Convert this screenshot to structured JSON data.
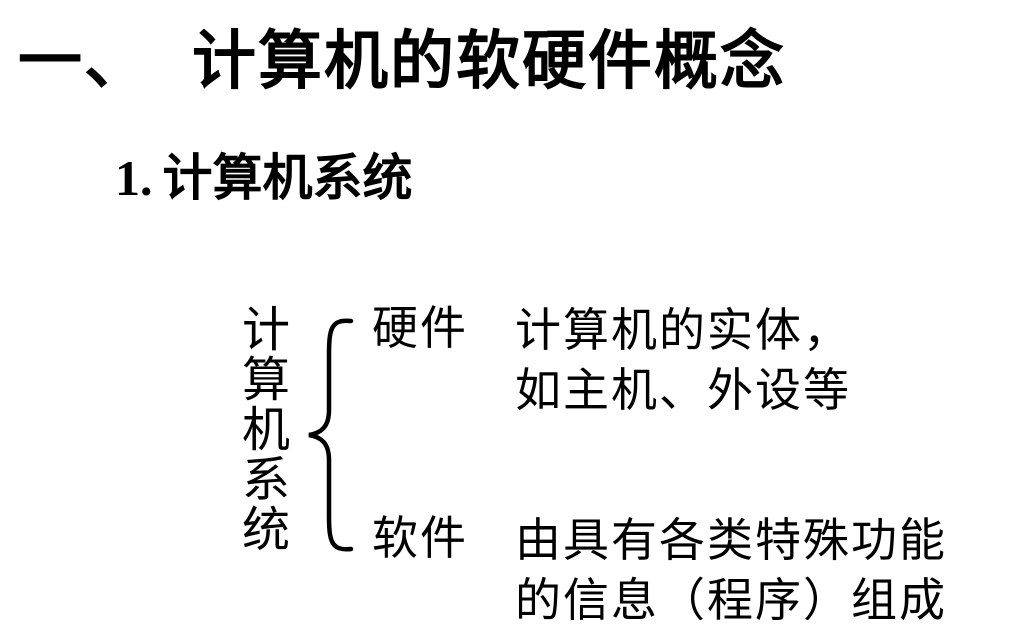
{
  "slide": {
    "title": {
      "number": "一、",
      "text": "计算机的软硬件概念"
    },
    "subtitle": {
      "number": "1.",
      "text": "计算机系统"
    },
    "diagram": {
      "root_label_chars": [
        "计",
        "算",
        "机",
        "系",
        "统"
      ],
      "branches": [
        {
          "term": "硬件",
          "description_lines": [
            "计算机的实体，",
            "如主机、外设等"
          ]
        },
        {
          "term": "软件",
          "description_lines": [
            "由具有各类特殊功能",
            "的信息（程序）组成"
          ]
        }
      ]
    }
  }
}
